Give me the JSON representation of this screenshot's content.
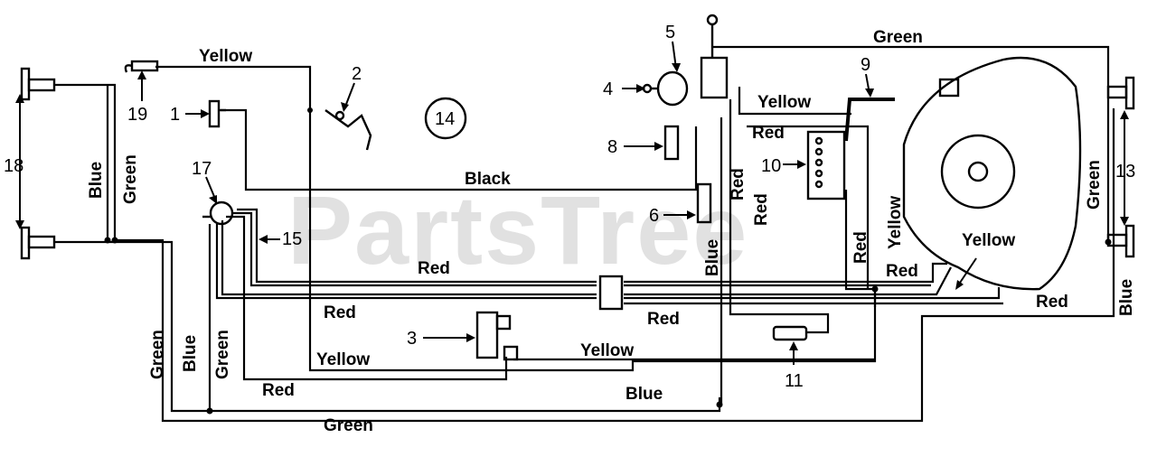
{
  "watermark": "PartsTree",
  "wire_labels": {
    "yellow_top": "Yellow",
    "blue_left": "Blue",
    "green_left": "Green",
    "black_mid": "Black",
    "red_mid": "Red",
    "red_left_low": "Red",
    "red_right_low": "Red",
    "yellow_bottom_left": "Yellow",
    "yellow_bottom_right": "Yellow",
    "red_bottom": "Red",
    "blue_bottom": "Blue",
    "green_bottom": "Green",
    "green_left_low": "Green",
    "blue_left_low": "Blue",
    "green_left_low2": "Green",
    "green_top_right": "Green",
    "yellow_top_right": "Yellow",
    "red_upper_right": "Red",
    "red_vertical_1": "Red",
    "red_vertical_2": "Red",
    "blue_vertical": "Blue",
    "yellow_vertical": "Yellow",
    "red_vertical_3": "Red",
    "red_engine": "Red",
    "yellow_engine": "Yellow",
    "green_engine": "Green",
    "red_far_right": "Red",
    "blue_far_right": "Blue"
  },
  "callouts": {
    "c1": "1",
    "c2": "2",
    "c3": "3",
    "c4": "4",
    "c5": "5",
    "c6": "6",
    "c8": "8",
    "c9": "9",
    "c10": "10",
    "c11": "11",
    "c13": "13",
    "c14": "14",
    "c15": "15",
    "c17": "17",
    "c18": "18",
    "c19": "19"
  }
}
